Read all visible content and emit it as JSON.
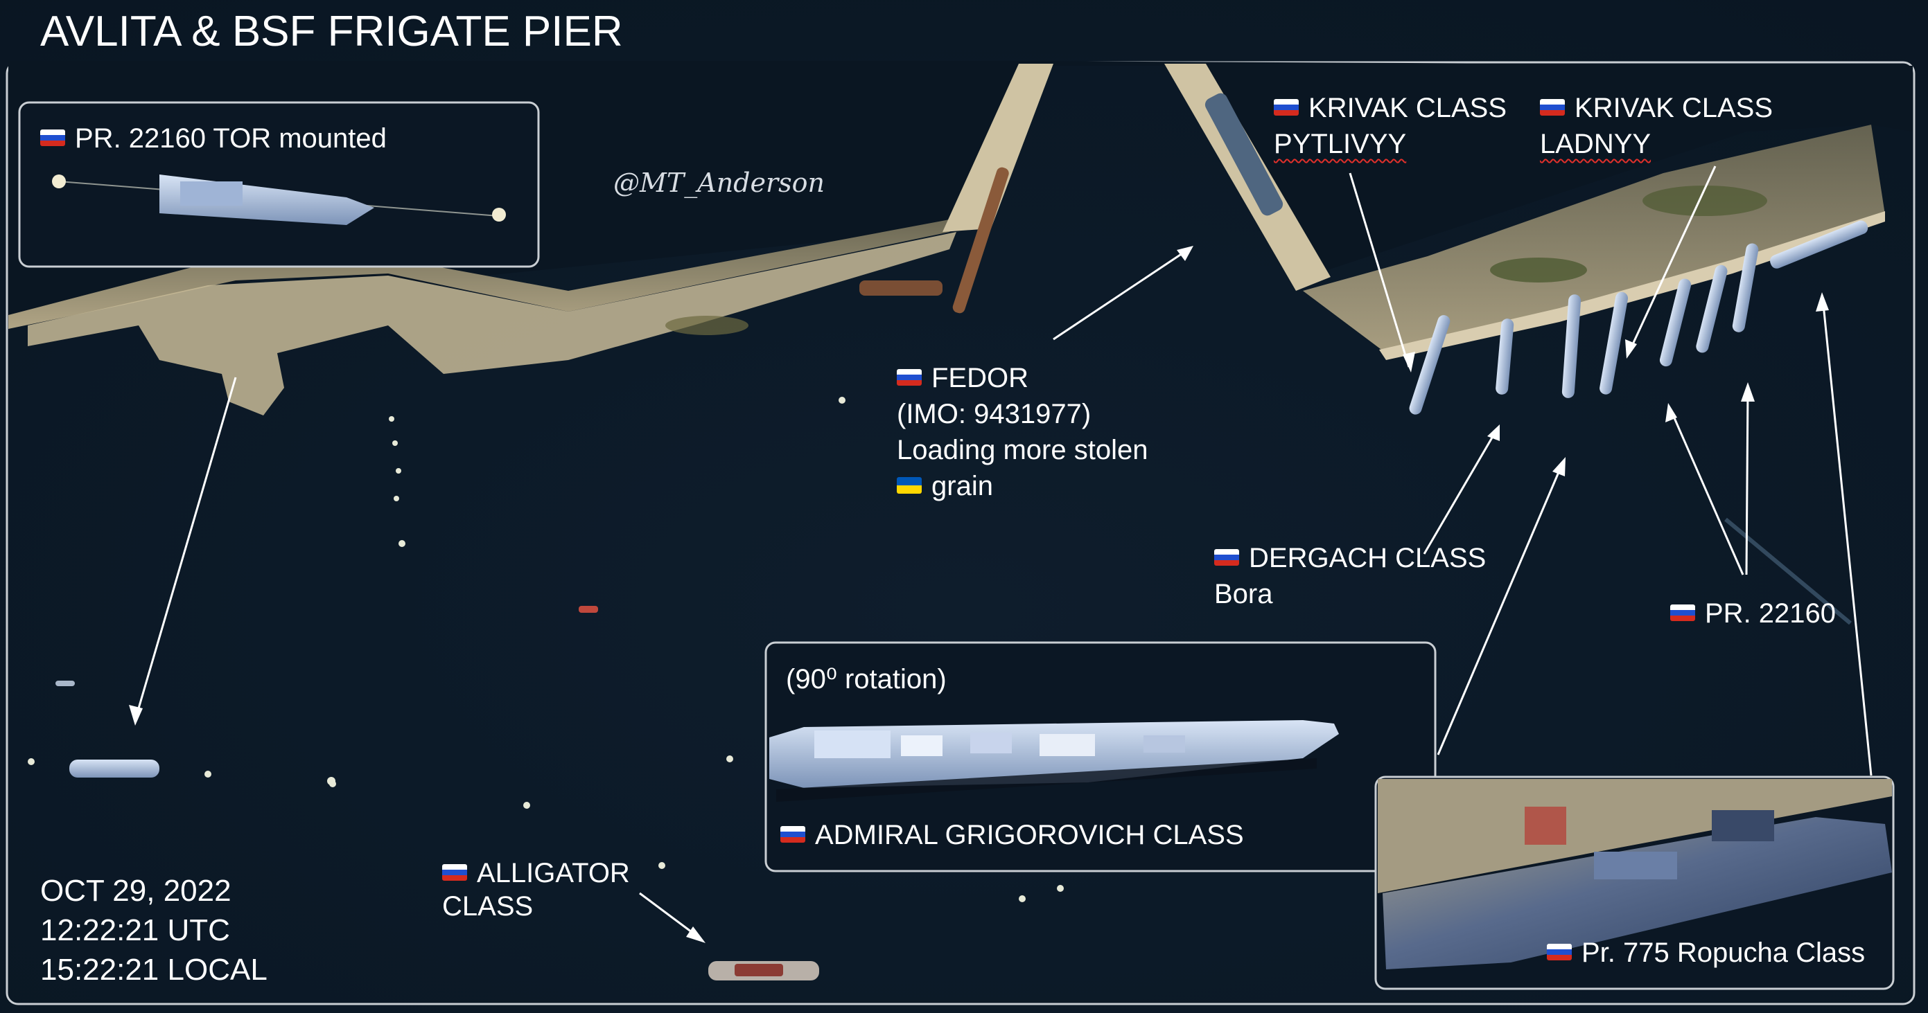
{
  "title": "AVLITA & BSF FRIGATE PIER",
  "watermark": "@MT_Anderson",
  "timestamp": {
    "date": "OCT 29, 2022",
    "utc": "12:22:21 UTC",
    "local": "15:22:21 LOCAL"
  },
  "labels": {
    "tor_inset": "PR. 22160 TOR mounted",
    "krivak_1_class": "KRIVAK CLASS",
    "krivak_1_name": "PYTLIVYY",
    "krivak_2_class": "KRIVAK CLASS",
    "krivak_2_name": "LADNYY",
    "fedor_line1": "FEDOR",
    "fedor_line2": "(IMO: 9431977)",
    "fedor_line3": "Loading more stolen",
    "fedor_line4": "grain",
    "dergach_class": "DERGACH CLASS",
    "dergach_name": "Bora",
    "pr22160": "PR. 22160",
    "rotation_note": "(90⁰ rotation)",
    "grigorovich": "ADMIRAL GRIGOROVICH CLASS",
    "alligator_line1": "ALLIGATOR",
    "alligator_line2": "CLASS",
    "ropucha": "Pr. 775 Ropucha Class"
  },
  "flags": {
    "russia": [
      "#ffffff",
      "#1f4fd0",
      "#d52b1e"
    ],
    "ukraine": [
      "#0057b7",
      "#ffd700"
    ]
  },
  "colors": {
    "water": "#0c1a29",
    "pier": "#d9cdb0",
    "frame": "#c9ced3",
    "text": "#ffffff",
    "underline": "#e0302b"
  }
}
